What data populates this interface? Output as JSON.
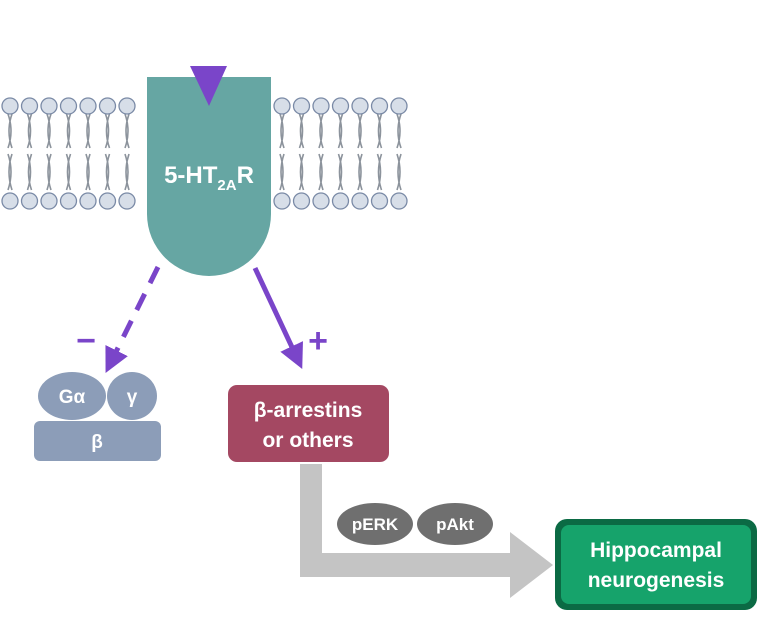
{
  "receptor": {
    "label_main": "5-HT",
    "label_sub": "2A",
    "label_end": "R"
  },
  "pathway_left": {
    "sign": "−"
  },
  "pathway_right": {
    "sign": "+"
  },
  "g_protein": {
    "alpha": "Gα",
    "gamma": "γ",
    "beta": "β"
  },
  "effector": {
    "line1": "β-arrestins",
    "line2": "or others"
  },
  "kinases": [
    {
      "label": "pERK"
    },
    {
      "label": "pAkt"
    }
  ],
  "outcome": {
    "line1": "Hippocampal",
    "line2": "neurogenesis"
  },
  "colors": {
    "receptor": "#66a6a3",
    "ligand": "#7a45c9",
    "arrow": "#7a45c9",
    "lipid_head_fill": "#d7dee8",
    "lipid_head_stroke": "#7a8aa6",
    "lipid_tail": "#8c939c",
    "g_protein": "#8c9db8",
    "effector": "#a44862",
    "kinase": "#6f6f6f",
    "big_arrow": "#c4c4c4",
    "outcome_outer": "#16a36b",
    "outcome_border": "#0b6a44"
  }
}
